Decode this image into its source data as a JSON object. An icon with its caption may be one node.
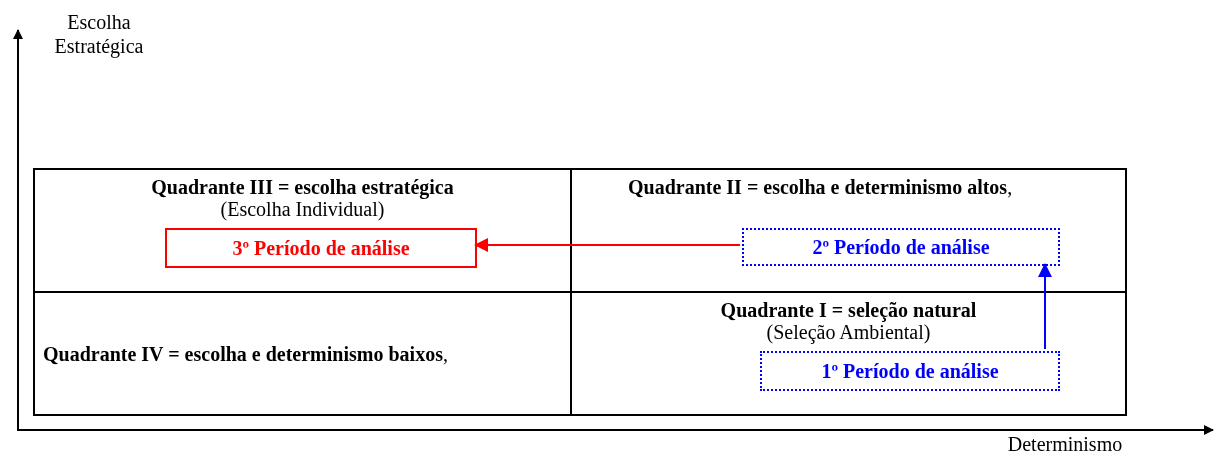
{
  "diagram": {
    "nodes": [
      {
        "text": [
          "**Quadrante III = escolha estratégica**",
          "(Escolha Individual)"
        ]
      },
      {
        "text": [
          "**Quadrante II = escolha e determinismo altos**,"
        ]
      },
      {
        "text": [
          "**Quadrante IV = escolha e determinismo baixos**,"
        ]
      },
      {
        "text": [
          "**Quadrante I = seleção natural**",
          "(Seleção Ambiental)"
        ]
      },
      {
        "text": [
          "3º Período de análise"
        ],
        "in": 0
      },
      {
        "text": [
          "2º Período de análise"
        ],
        "in": 1
      },
      {
        "text": [
          "1º Período de análise"
        ],
        "in": 3
      }
    ],
    "edges": [
      {
        "from": 6,
        "to": 5,
        "arrow": "to",
        "color": "#0000ff"
      },
      {
        "from": 5,
        "to": 4,
        "arrow": "to",
        "color": "#ff0000"
      }
    ],
    "labels": [
      "Escolha Estratégica",
      "Determinismo"
    ]
  }
}
